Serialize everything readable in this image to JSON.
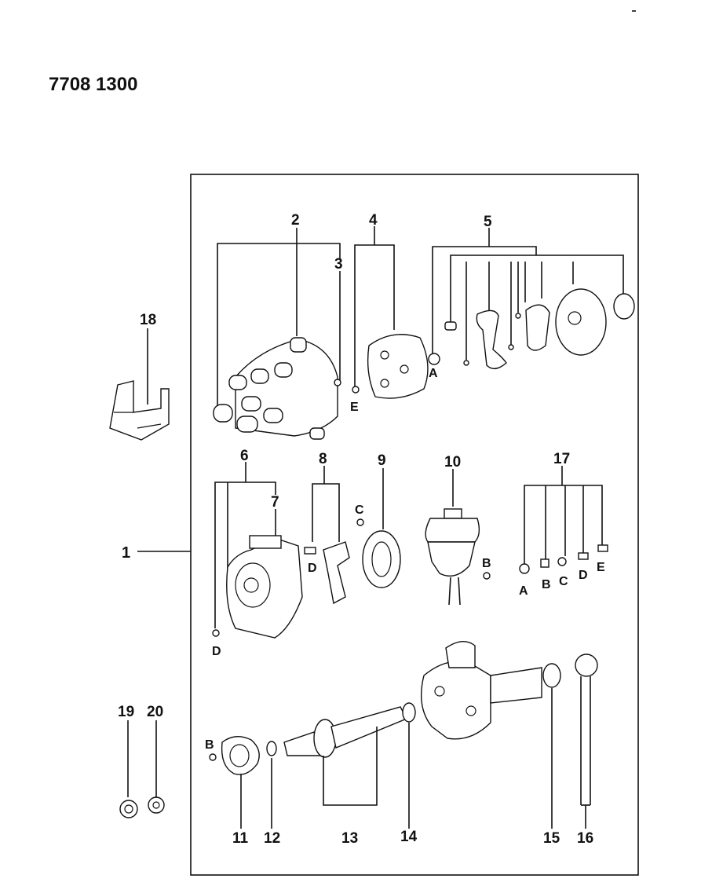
{
  "header": {
    "ref_number": "7708 1300"
  },
  "callouts": {
    "n1": "1",
    "n2": "2",
    "n3": "3",
    "n4": "4",
    "n5": "5",
    "n6": "6",
    "n7": "7",
    "n8": "8",
    "n9": "9",
    "n10": "10",
    "n11": "11",
    "n12": "12",
    "n13": "13",
    "n14": "14",
    "n15": "15",
    "n16": "16",
    "n17": "17",
    "n18": "18",
    "n19": "19",
    "n20": "20"
  },
  "letters": {
    "A": "A",
    "B": "B",
    "C": "C",
    "D": "D",
    "E": "E"
  }
}
